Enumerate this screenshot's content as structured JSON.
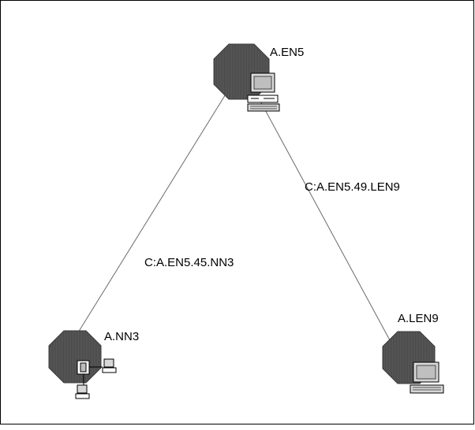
{
  "window": {
    "border_color": "#000000",
    "background": "#ffffff"
  },
  "nodes": [
    {
      "id": "en5",
      "label": "A.EN5",
      "icon": "workstation-icon",
      "color": "#555555"
    },
    {
      "id": "nn3",
      "label": "A.NN3",
      "icon": "network-node-icon",
      "color": "#555555"
    },
    {
      "id": "len9",
      "label": "A.LEN9",
      "icon": "workstation-icon",
      "color": "#555555"
    }
  ],
  "links": [
    {
      "id": "en5-nn3",
      "label": "C:A.EN5.45.NN3"
    },
    {
      "id": "en5-len9",
      "label": "C:A.EN5.49.LEN9"
    }
  ]
}
